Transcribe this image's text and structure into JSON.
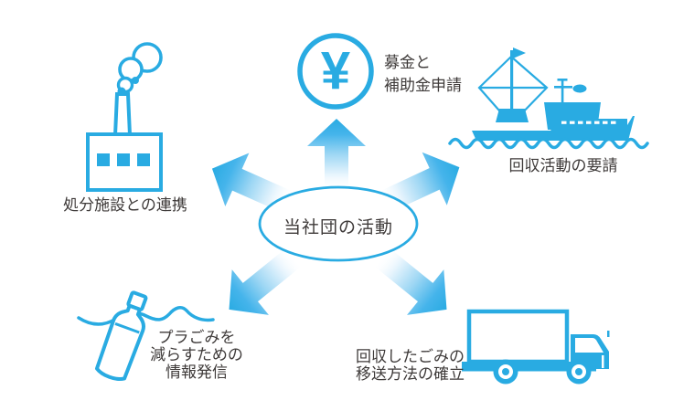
{
  "center": {
    "label": "当社団の活動"
  },
  "nodes": {
    "fund": {
      "icon": "yen-circle-icon",
      "symbol": "¥",
      "lines": [
        "募金と",
        "補助金申請"
      ]
    },
    "collection": {
      "icon": "fishing-boat-icon",
      "lines": [
        "回収活動の要請"
      ]
    },
    "disposal": {
      "icon": "factory-icon",
      "lines": [
        "処分施設との連携"
      ]
    },
    "reduce": {
      "icon": "plastic-bottle-icon",
      "lines": [
        "プラごみを",
        "減らすための",
        "情報発信"
      ]
    },
    "transport": {
      "icon": "truck-icon",
      "lines": [
        "回収したごみの",
        "移送方法の確立"
      ]
    }
  },
  "colors": {
    "primary": "#29abe2",
    "text": "#3e3a39",
    "background": "#ffffff",
    "arrow_gradient_start": "#ffffff",
    "arrow_gradient_end": "#29abe2"
  }
}
